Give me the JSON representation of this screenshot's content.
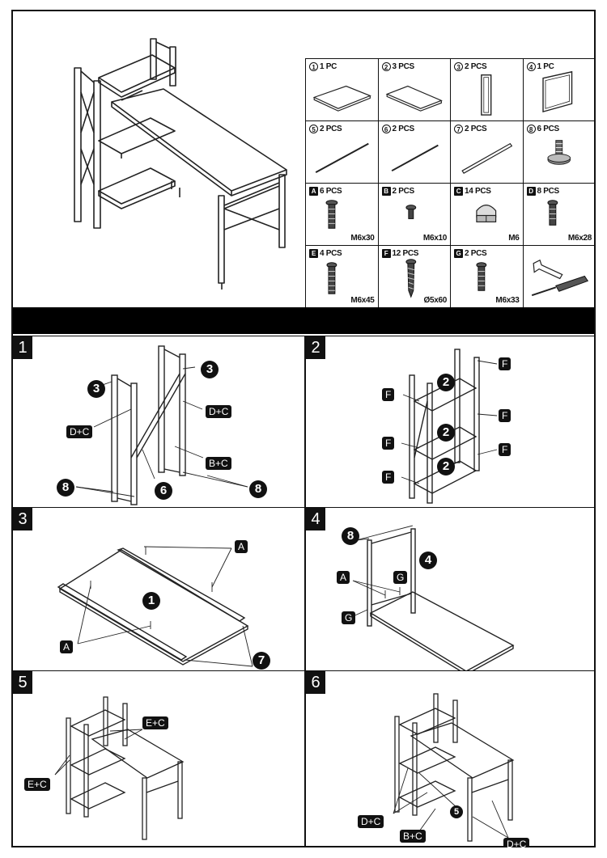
{
  "parts": [
    {
      "mark": "1",
      "mark_style": "circle",
      "qty": "1 PC",
      "size": "",
      "icon": "top-board-icon"
    },
    {
      "mark": "2",
      "mark_style": "circle",
      "qty": "3 PCS",
      "size": "",
      "icon": "shelf-board-icon"
    },
    {
      "mark": "3",
      "mark_style": "circle",
      "qty": "2 PCS",
      "size": "",
      "icon": "narrow-frame-icon"
    },
    {
      "mark": "4",
      "mark_style": "circle",
      "qty": "1 PC",
      "size": "",
      "icon": "wide-frame-icon"
    },
    {
      "mark": "5",
      "mark_style": "circle",
      "qty": "2 PCS",
      "size": "",
      "icon": "long-rod-icon"
    },
    {
      "mark": "6",
      "mark_style": "circle",
      "qty": "2 PCS",
      "size": "",
      "icon": "rod-icon"
    },
    {
      "mark": "7",
      "mark_style": "circle",
      "qty": "2 PCS",
      "size": "",
      "icon": "bar-icon"
    },
    {
      "mark": "8",
      "mark_style": "circle",
      "qty": "6 PCS",
      "size": "",
      "icon": "leveling-foot-icon"
    },
    {
      "mark": "A",
      "mark_style": "box",
      "qty": "6 PCS",
      "size": "M6x30",
      "icon": "bolt-icon"
    },
    {
      "mark": "B",
      "mark_style": "box",
      "qty": "2 PCS",
      "size": "M6x10",
      "icon": "short-bolt-icon"
    },
    {
      "mark": "C",
      "mark_style": "box",
      "qty": "14 PCS",
      "size": "M6",
      "icon": "cap-nut-icon"
    },
    {
      "mark": "D",
      "mark_style": "box",
      "qty": "8 PCS",
      "size": "M6x28",
      "icon": "bolt-icon"
    },
    {
      "mark": "E",
      "mark_style": "box",
      "qty": "4 PCS",
      "size": "M6x45",
      "icon": "long-bolt-icon"
    },
    {
      "mark": "F",
      "mark_style": "box",
      "qty": "12 PCS",
      "size": "Ø5x60",
      "icon": "wood-screw-icon"
    },
    {
      "mark": "G",
      "mark_style": "box",
      "qty": "2 PCS",
      "size": "M6x33",
      "icon": "bolt-icon"
    },
    {
      "mark": "",
      "mark_style": "none",
      "qty": "",
      "size": "",
      "icon": "wrench-screwdriver-icon"
    }
  ],
  "steps": [
    {
      "number": "1",
      "labels": [
        {
          "kind": "bubble",
          "text": "3"
        },
        {
          "kind": "bubble",
          "text": "3"
        },
        {
          "kind": "tag",
          "text": "D+C"
        },
        {
          "kind": "tag",
          "text": "D+C"
        },
        {
          "kind": "tag",
          "text": "B+C"
        },
        {
          "kind": "bubble",
          "text": "8"
        },
        {
          "kind": "bubble",
          "text": "6"
        },
        {
          "kind": "bubble",
          "text": "8"
        }
      ]
    },
    {
      "number": "2",
      "labels": [
        {
          "kind": "tag",
          "text": "F"
        },
        {
          "kind": "bubble",
          "text": "2"
        },
        {
          "kind": "tag",
          "text": "F"
        },
        {
          "kind": "tag",
          "text": "F"
        },
        {
          "kind": "bubble",
          "text": "2"
        },
        {
          "kind": "tag",
          "text": "F"
        },
        {
          "kind": "tag",
          "text": "F"
        },
        {
          "kind": "bubble",
          "text": "2"
        },
        {
          "kind": "tag",
          "text": "F"
        }
      ]
    },
    {
      "number": "3",
      "labels": [
        {
          "kind": "tag",
          "text": "A"
        },
        {
          "kind": "bubble",
          "text": "1"
        },
        {
          "kind": "tag",
          "text": "A"
        },
        {
          "kind": "bubble",
          "text": "7"
        }
      ]
    },
    {
      "number": "4",
      "labels": [
        {
          "kind": "bubble",
          "text": "8"
        },
        {
          "kind": "bubble",
          "text": "4"
        },
        {
          "kind": "tag",
          "text": "A"
        },
        {
          "kind": "tag",
          "text": "G"
        },
        {
          "kind": "tag",
          "text": "G"
        }
      ]
    },
    {
      "number": "5",
      "labels": [
        {
          "kind": "tag",
          "text": "E+C"
        },
        {
          "kind": "tag",
          "text": "E+C"
        }
      ]
    },
    {
      "number": "6",
      "labels": [
        {
          "kind": "bubble",
          "text": "5"
        },
        {
          "kind": "tag",
          "text": "D+C"
        },
        {
          "kind": "tag",
          "text": "B+C"
        },
        {
          "kind": "tag",
          "text": "D+C"
        }
      ]
    }
  ]
}
